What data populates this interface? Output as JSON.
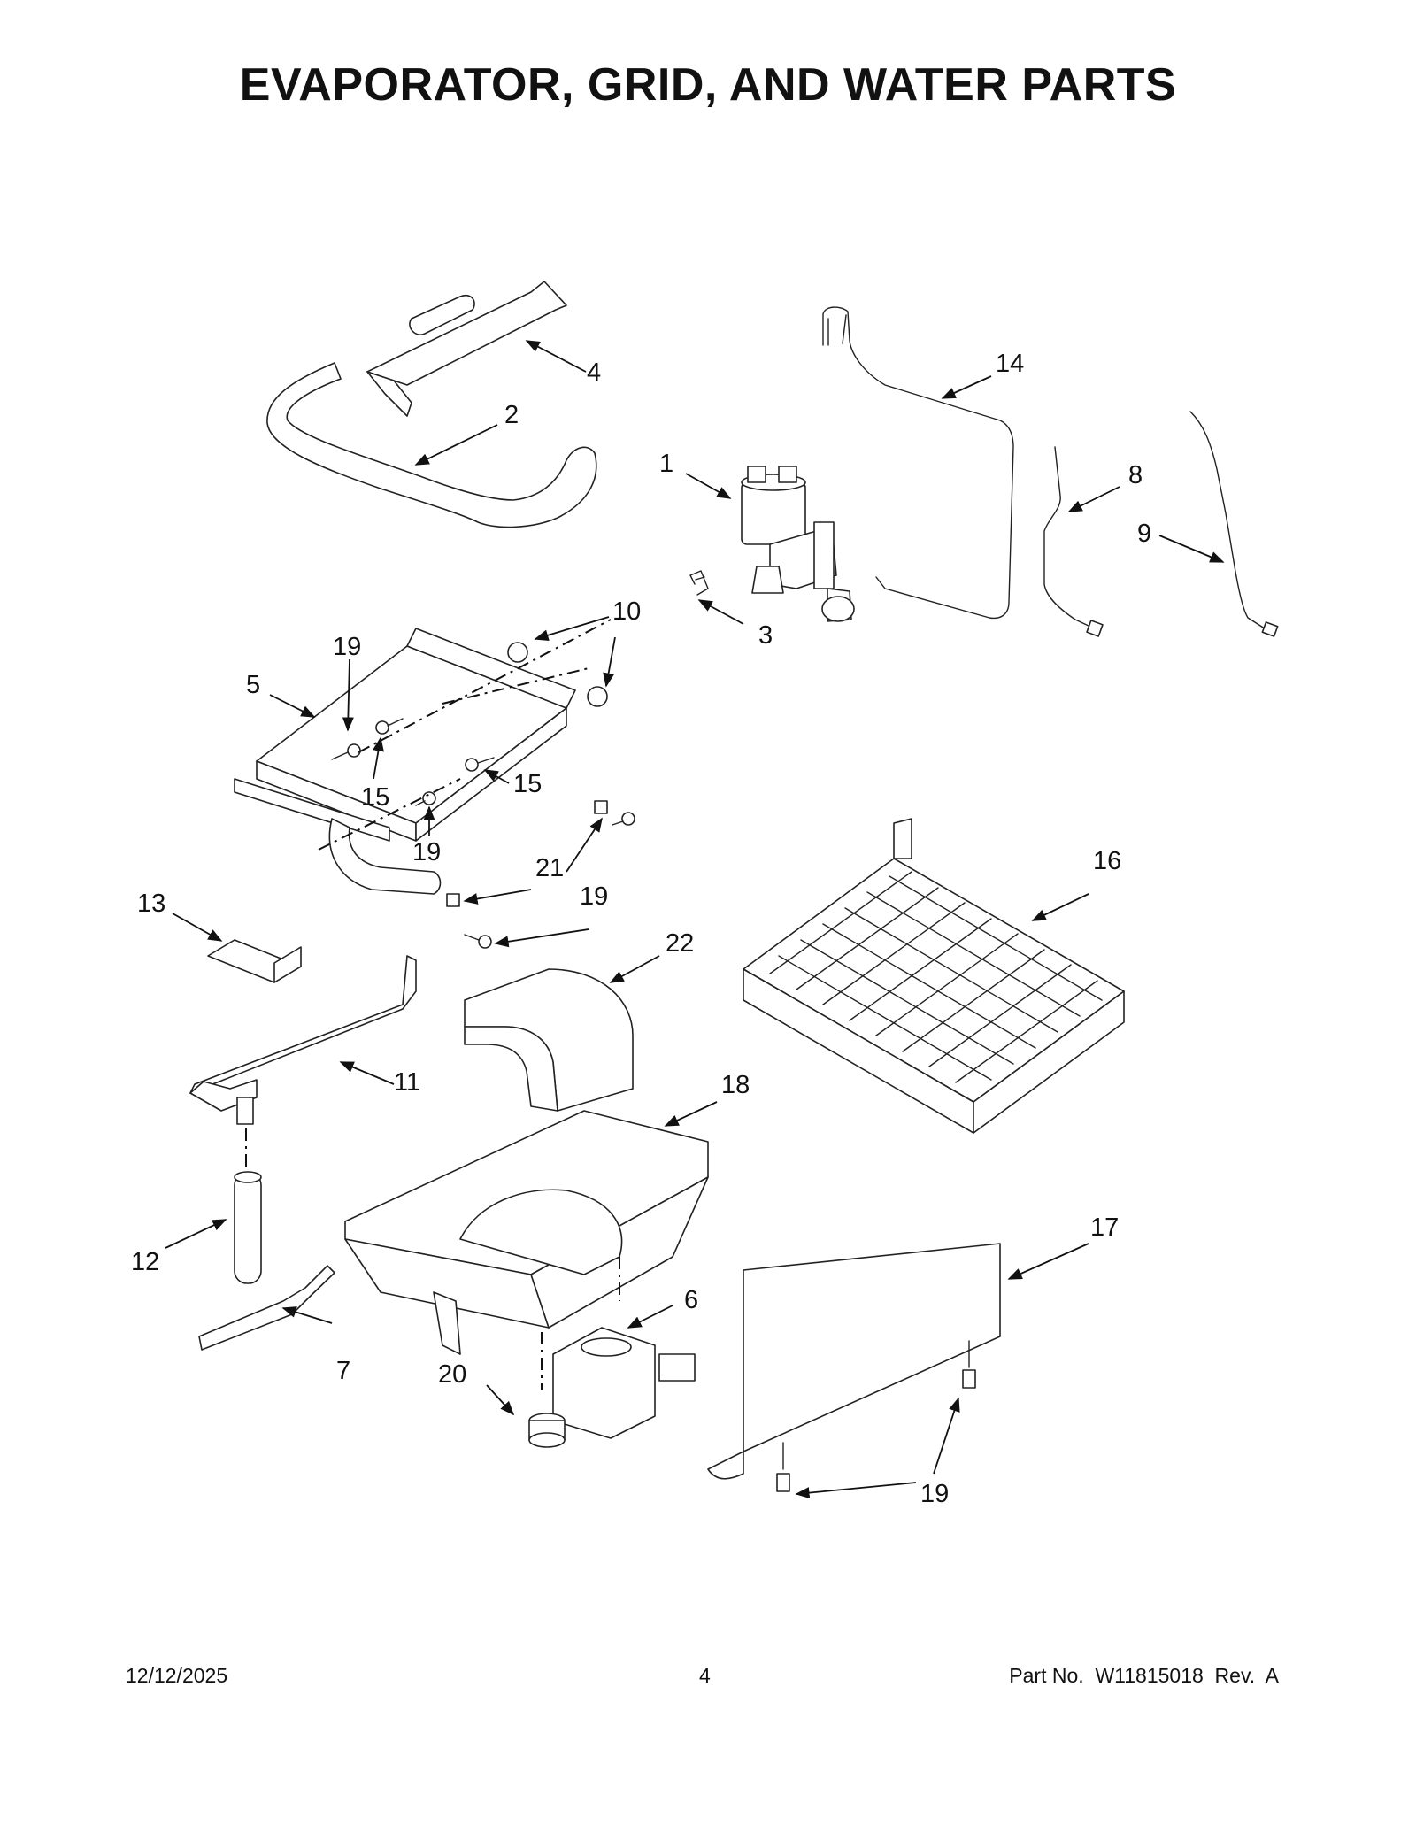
{
  "title": "EVAPORATOR, GRID, AND WATER PARTS",
  "callouts": [
    "1",
    "2",
    "3",
    "4",
    "5",
    "6",
    "7",
    "8",
    "9",
    "10",
    "11",
    "12",
    "13",
    "14",
    "15",
    "16",
    "17",
    "18",
    "19",
    "20",
    "21",
    "22"
  ],
  "footer": {
    "date": "12/12/2025",
    "page": "4",
    "part_number": "Part No.  W11815018  Rev.  A"
  }
}
